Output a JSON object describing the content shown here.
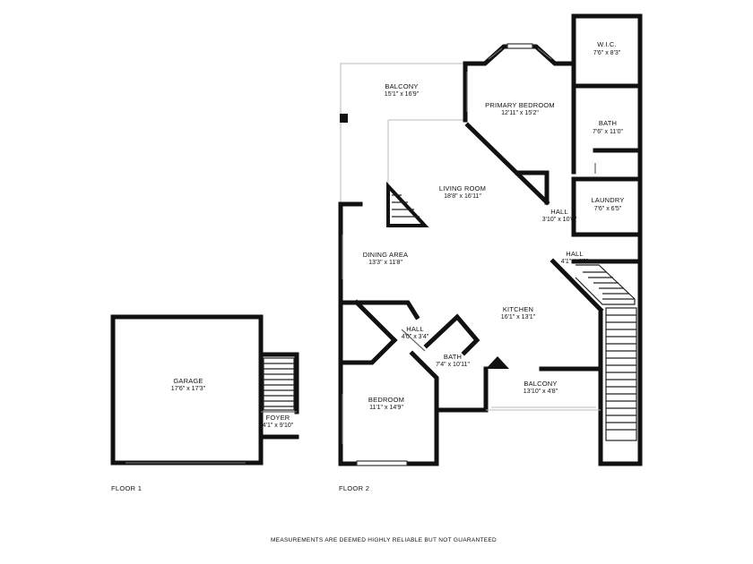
{
  "rooms": {
    "wic": {
      "name": "W.I.C.",
      "dim": "7'6\" x 8'3\""
    },
    "balcony_top": {
      "name": "BALCONY",
      "dim": "15'1\" x 16'9\""
    },
    "primary_bedroom": {
      "name": "PRIMARY BEDROOM",
      "dim": "12'11\" x 15'2\""
    },
    "bath_upper": {
      "name": "BATH",
      "dim": "7'6\" x 11'0\""
    },
    "living_room": {
      "name": "LIVING ROOM",
      "dim": "18'8\" x 16'11\""
    },
    "laundry": {
      "name": "LAUNDRY",
      "dim": "7'6\" x 6'5\""
    },
    "hall_center": {
      "name": "HALL",
      "dim": "3'10\" x 10'6\""
    },
    "hall_right": {
      "name": "HALL",
      "dim": "4'1\" x 4'0\""
    },
    "dining_area": {
      "name": "DINING AREA",
      "dim": "13'3\" x 11'8\""
    },
    "kitchen": {
      "name": "KITCHEN",
      "dim": "16'1\" x 13'1\""
    },
    "hall_small": {
      "name": "HALL",
      "dim": "4'0\" x 3'4\""
    },
    "bath_lower": {
      "name": "BATH",
      "dim": "7'4\" x 10'11\""
    },
    "balcony_bottom": {
      "name": "BALCONY",
      "dim": "13'10\" x 4'8\""
    },
    "bedroom": {
      "name": "BEDROOM",
      "dim": "11'1\" x 14'9\""
    },
    "garage": {
      "name": "GARAGE",
      "dim": "17'6\" x 17'3\""
    },
    "foyer": {
      "name": "FOYER",
      "dim": "4'1\" x 9'10\""
    }
  },
  "floors": {
    "floor1": "FLOOR 1",
    "floor2": "FLOOR 2"
  },
  "disclaimer": "MEASUREMENTS ARE DEEMED HIGHLY RELIABLE BUT NOT GUARANTEED"
}
